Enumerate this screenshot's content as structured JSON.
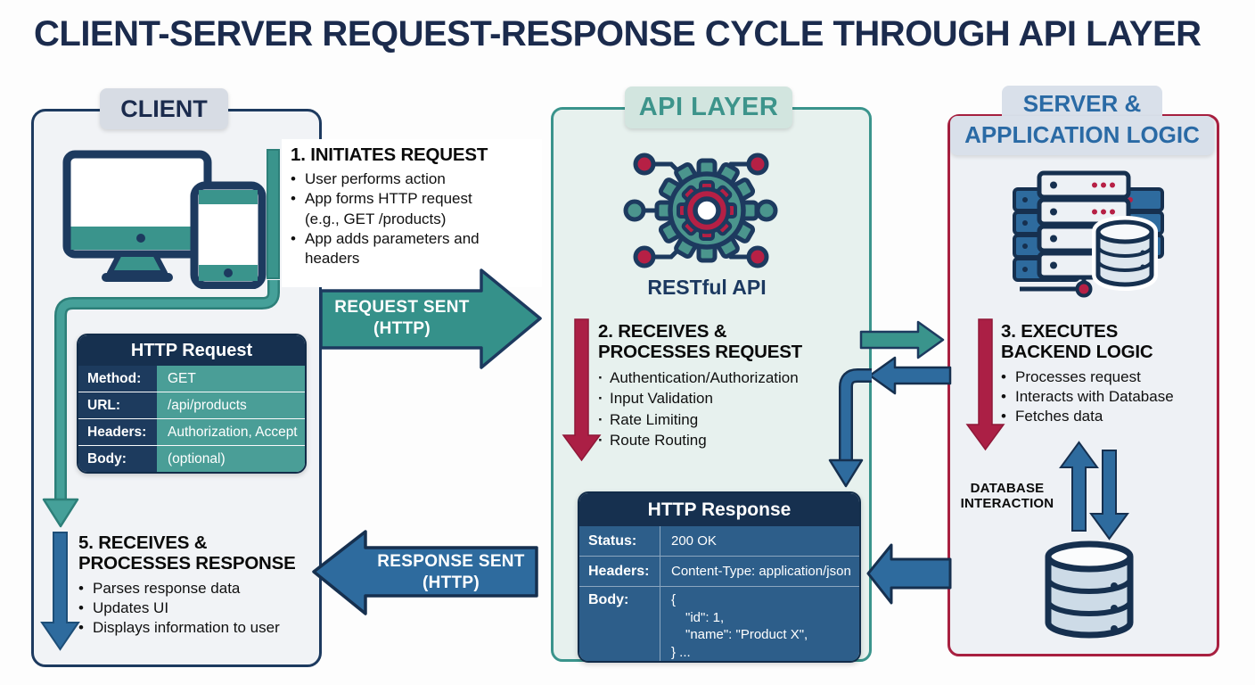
{
  "title": "CLIENT-SERVER REQUEST-RESPONSE CYCLE THROUGH API LAYER",
  "client": {
    "label": "CLIENT",
    "step1": {
      "heading": "1. INITIATES REQUEST",
      "bullets": [
        "User performs action",
        "App forms HTTP request (e.g., GET /products)",
        "App adds parameters and headers"
      ]
    },
    "http_request": {
      "title": "HTTP Request",
      "rows": [
        {
          "label": "Method:",
          "value": "GET"
        },
        {
          "label": "URL:",
          "value": "/api/products"
        },
        {
          "label": "Headers:",
          "value": "Authorization, Accept"
        },
        {
          "label": "Body:",
          "value": "(optional)"
        }
      ]
    },
    "step5": {
      "heading_line1": "5. RECEIVES &",
      "heading_line2": "PROCESSES RESPONSE",
      "bullets": [
        "Parses response data",
        "Updates UI",
        "Displays information to user"
      ]
    }
  },
  "api": {
    "label": "API LAYER",
    "icon_caption": "RESTful API",
    "step2": {
      "heading_line1": "2. RECEIVES &",
      "heading_line2": "PROCESSES REQUEST",
      "bullets": [
        "Authentication/Authorization",
        "Input Validation",
        "Rate Limiting",
        "Route Routing"
      ]
    },
    "http_response": {
      "title": "HTTP Response",
      "rows": [
        {
          "label": "Status:",
          "value": "200 OK"
        },
        {
          "label": "Headers:",
          "value": "Content-Type: application/json"
        }
      ],
      "body_label": "Body:",
      "body_lines": [
        "{",
        "\"id\": 1,",
        "\"name\": \"Product X\",",
        "} ..."
      ]
    }
  },
  "server": {
    "label_line1": "SERVER &",
    "label_line2": "APPLICATION LOGIC",
    "step3": {
      "heading_line1": "3. EXECUTES",
      "heading_line2": "BACKEND LOGIC",
      "bullets": [
        "Processes request",
        "Interacts with Database",
        "Fetches data"
      ]
    },
    "db_label_line1": "DATABASE",
    "db_label_line2": "INTERACTION"
  },
  "arrows": {
    "request_line1": "REQUEST SENT",
    "request_line2": "(HTTP)",
    "response_line1": "RESPONSE SENT",
    "response_line2": "(HTTP)"
  },
  "colors": {
    "navy": "#1d3a5f",
    "teal": "#3a948c",
    "steel_blue": "#2e6b9e",
    "crimson": "#ab1f45"
  }
}
